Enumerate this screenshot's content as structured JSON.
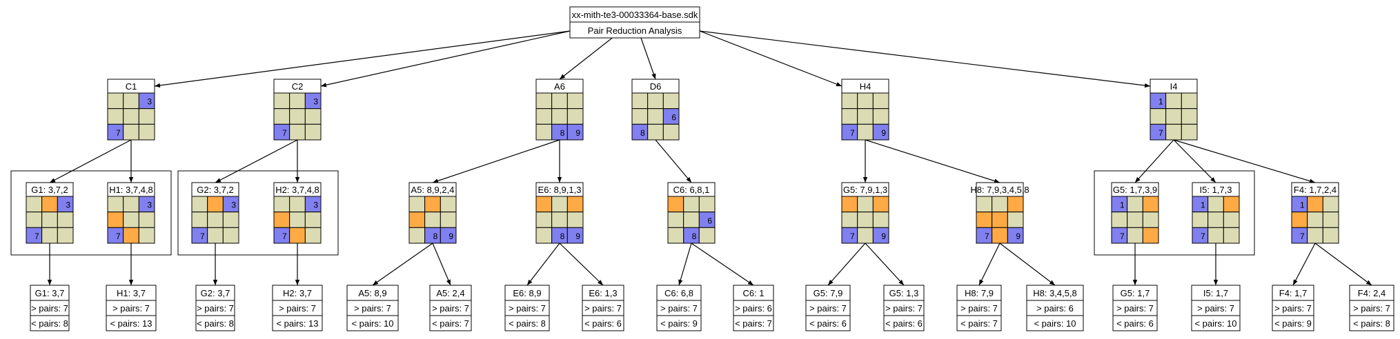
{
  "colors": {
    "cell_default": "#dcdcb4",
    "cell_blue": "#8080f0",
    "cell_orange": "#ffaa44",
    "stroke": "#000000",
    "background": "#ffffff"
  },
  "root": {
    "title": "xx-mith-te3-00033364-base.sdk",
    "subtitle": "Pair Reduction Analysis"
  },
  "nodes": [
    {
      "id": "C1",
      "label": "C1",
      "cells": [
        "",
        "",
        "3b",
        "",
        "",
        "",
        "7b",
        "",
        ""
      ]
    },
    {
      "id": "C2",
      "label": "C2",
      "cells": [
        "",
        "",
        "3b",
        "",
        "",
        "",
        "7b",
        "",
        ""
      ]
    },
    {
      "id": "A6",
      "label": "A6",
      "cells": [
        "",
        "",
        "",
        "",
        "",
        "",
        "",
        "8b",
        "9b"
      ]
    },
    {
      "id": "D6",
      "label": "D6",
      "cells": [
        "",
        "",
        "",
        "",
        "",
        "6b",
        "8b",
        "",
        ""
      ]
    },
    {
      "id": "H4",
      "label": "H4",
      "cells": [
        "",
        "",
        "",
        "",
        "",
        "",
        "7b",
        "",
        "9b"
      ]
    },
    {
      "id": "I4",
      "label": "I4",
      "cells": [
        "1b",
        "",
        "",
        "",
        "",
        "",
        "7b",
        "",
        ""
      ]
    }
  ],
  "candidates": [
    {
      "id": "G1",
      "label": "G1: 3,7,2",
      "cells": [
        "",
        "o",
        "3b",
        "",
        "",
        "",
        "7b",
        "",
        ""
      ]
    },
    {
      "id": "H1",
      "label": "H1: 3,7,4,8",
      "cells": [
        "",
        "",
        "3b",
        "o",
        "",
        "",
        "7b",
        "o",
        ""
      ]
    },
    {
      "id": "G2",
      "label": "G2: 3,7,2",
      "cells": [
        "",
        "o",
        "3b",
        "",
        "",
        "",
        "7b",
        "",
        ""
      ]
    },
    {
      "id": "H2",
      "label": "H2: 3,7,4,8",
      "cells": [
        "",
        "",
        "3b",
        "o",
        "",
        "",
        "7b",
        "o",
        ""
      ]
    },
    {
      "id": "A5",
      "label": "A5: 8,9,2,4",
      "cells": [
        "",
        "o",
        "",
        "o",
        "",
        "",
        "",
        "8b",
        "9b"
      ]
    },
    {
      "id": "E6",
      "label": "E6: 8,9,1,3",
      "cells": [
        "o",
        "",
        "o",
        "",
        "",
        "",
        "",
        "8b",
        "9b"
      ]
    },
    {
      "id": "C6",
      "label": "C6: 6,8,1",
      "cells": [
        "o",
        "",
        "",
        "",
        "",
        "6b",
        "",
        "8b",
        ""
      ]
    },
    {
      "id": "G5a",
      "label": "G5: 7,9,1,3",
      "cells": [
        "o",
        "",
        "o",
        "",
        "",
        "",
        "7b",
        "",
        "9b"
      ]
    },
    {
      "id": "H8",
      "label": "H8: 7,9,3,4,5,8",
      "cells": [
        "",
        "",
        "o",
        "o",
        "o",
        "",
        "7b",
        "o",
        "9b"
      ]
    },
    {
      "id": "G5b",
      "label": "G5: 1,7,3,9",
      "cells": [
        "1b",
        "",
        "o",
        "",
        "",
        "",
        "7b",
        "",
        "o"
      ]
    },
    {
      "id": "I5",
      "label": "I5: 1,7,3",
      "cells": [
        "1b",
        "",
        "o",
        "",
        "",
        "",
        "7b",
        "",
        ""
      ]
    },
    {
      "id": "F4",
      "label": "F4: 1,7,2,4",
      "cells": [
        "1b",
        "o",
        "",
        "o",
        "",
        "",
        "7b",
        "",
        ""
      ]
    }
  ],
  "results": [
    {
      "id": "r1",
      "title": "G1: 3,7",
      "greater": "> pairs: 7",
      "less": "< pairs: 8"
    },
    {
      "id": "r2",
      "title": "H1: 3,7",
      "greater": "> pairs: 7",
      "less": "< pairs: 13"
    },
    {
      "id": "r3",
      "title": "G2: 3,7",
      "greater": "> pairs: 7",
      "less": "< pairs: 8"
    },
    {
      "id": "r4",
      "title": "H2: 3,7",
      "greater": "> pairs: 7",
      "less": "< pairs: 13"
    },
    {
      "id": "r5",
      "title": "A5: 8,9",
      "greater": "> pairs: 7",
      "less": "< pairs: 10"
    },
    {
      "id": "r6",
      "title": "A5: 2,4",
      "greater": "> pairs: 7",
      "less": "< pairs: 7"
    },
    {
      "id": "r7",
      "title": "E6: 8,9",
      "greater": "> pairs: 7",
      "less": "< pairs: 8"
    },
    {
      "id": "r8",
      "title": "E6: 1,3",
      "greater": "> pairs: 7",
      "less": "< pairs: 6"
    },
    {
      "id": "r9",
      "title": "C6: 6,8",
      "greater": "> pairs: 7",
      "less": "< pairs: 9"
    },
    {
      "id": "r10",
      "title": "C6: 1",
      "greater": "> pairs: 6",
      "less": "< pairs: 7"
    },
    {
      "id": "r11",
      "title": "G5: 7,9",
      "greater": "> pairs: 7",
      "less": "< pairs: 6"
    },
    {
      "id": "r12",
      "title": "G5: 1,3",
      "greater": "> pairs: 7",
      "less": "< pairs: 6"
    },
    {
      "id": "r13",
      "title": "H8: 7,9",
      "greater": "> pairs: 7",
      "less": "< pairs: 7"
    },
    {
      "id": "r14",
      "title": "H8: 3,4,5,8",
      "greater": "> pairs: 6",
      "less": "< pairs: 10"
    },
    {
      "id": "r15",
      "title": "G5: 1,7",
      "greater": "> pairs: 7",
      "less": "< pairs: 6"
    },
    {
      "id": "r16",
      "title": "I5: 1,7",
      "greater": "> pairs: 7",
      "less": "< pairs: 10"
    },
    {
      "id": "r17",
      "title": "F4: 1,7",
      "greater": "> pairs: 7",
      "less": "< pairs: 9"
    },
    {
      "id": "r18",
      "title": "F4: 2,4",
      "greater": "> pairs: 7",
      "less": "< pairs: 8"
    }
  ],
  "edges": [
    [
      "root",
      "C1"
    ],
    [
      "root",
      "C2"
    ],
    [
      "root",
      "A6"
    ],
    [
      "root",
      "D6"
    ],
    [
      "root",
      "H4"
    ],
    [
      "root",
      "I4"
    ],
    [
      "C1",
      "G1"
    ],
    [
      "C1",
      "H1"
    ],
    [
      "C2",
      "G2"
    ],
    [
      "C2",
      "H2"
    ],
    [
      "A6",
      "A5"
    ],
    [
      "A6",
      "E6"
    ],
    [
      "D6",
      "C6"
    ],
    [
      "H4",
      "G5a"
    ],
    [
      "H4",
      "H8"
    ],
    [
      "I4",
      "G5b"
    ],
    [
      "I4",
      "I5"
    ],
    [
      "I4",
      "F4"
    ],
    [
      "G1",
      "r1"
    ],
    [
      "H1",
      "r2"
    ],
    [
      "G2",
      "r3"
    ],
    [
      "H2",
      "r4"
    ],
    [
      "A5",
      "r5"
    ],
    [
      "A5",
      "r6"
    ],
    [
      "E6",
      "r7"
    ],
    [
      "E6",
      "r8"
    ],
    [
      "C6",
      "r9"
    ],
    [
      "C6",
      "r10"
    ],
    [
      "G5a",
      "r11"
    ],
    [
      "G5a",
      "r12"
    ],
    [
      "H8",
      "r13"
    ],
    [
      "H8",
      "r14"
    ],
    [
      "G5b",
      "r15"
    ],
    [
      "I5",
      "r16"
    ],
    [
      "F4",
      "r17"
    ],
    [
      "F4",
      "r18"
    ]
  ]
}
